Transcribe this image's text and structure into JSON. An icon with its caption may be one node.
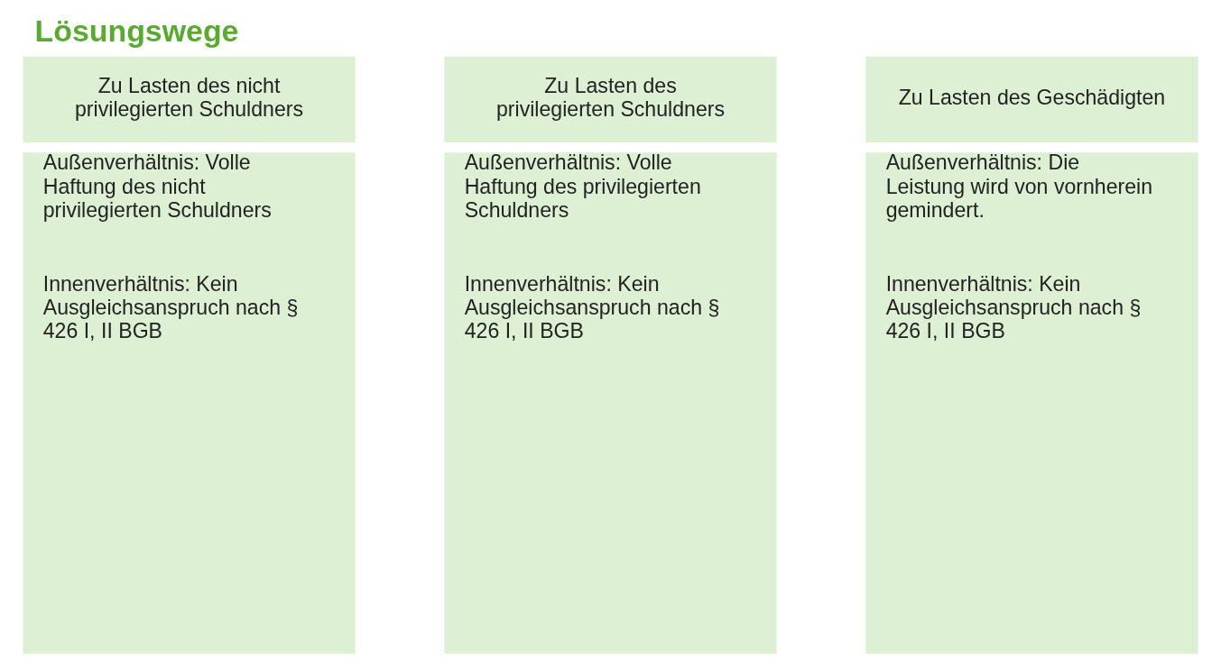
{
  "diagram": {
    "title": "Lösungswege",
    "nodes": [
      {
        "text": [
          "Zu Lasten des nicht privilegierten Schuldners"
        ]
      },
      {
        "text": [
          "Außenverhältnis: Volle Haftung des nicht privilegierten Schuldners",
          "Innenverhältnis: Kein Ausgleichsanspruch nach § 426 I, II BGB"
        ]
      },
      {
        "text": [
          "Zu Lasten des privilegierten Schuldners"
        ]
      },
      {
        "text": [
          "Außenverhältnis: Volle Haftung des privilegierten Schuldners",
          "Innenverhältnis: Kein Ausgleichsanspruch nach § 426 I, II BGB"
        ]
      },
      {
        "text": [
          "Zu Lasten des Geschädigten"
        ]
      },
      {
        "text": [
          "Außenverhältnis: Die Leistung wird von vornherein gemindert.",
          "Innenverhältnis: Kein Ausgleichsanspruch nach § 426 I, II BGB"
        ]
      }
    ],
    "edges": []
  }
}
